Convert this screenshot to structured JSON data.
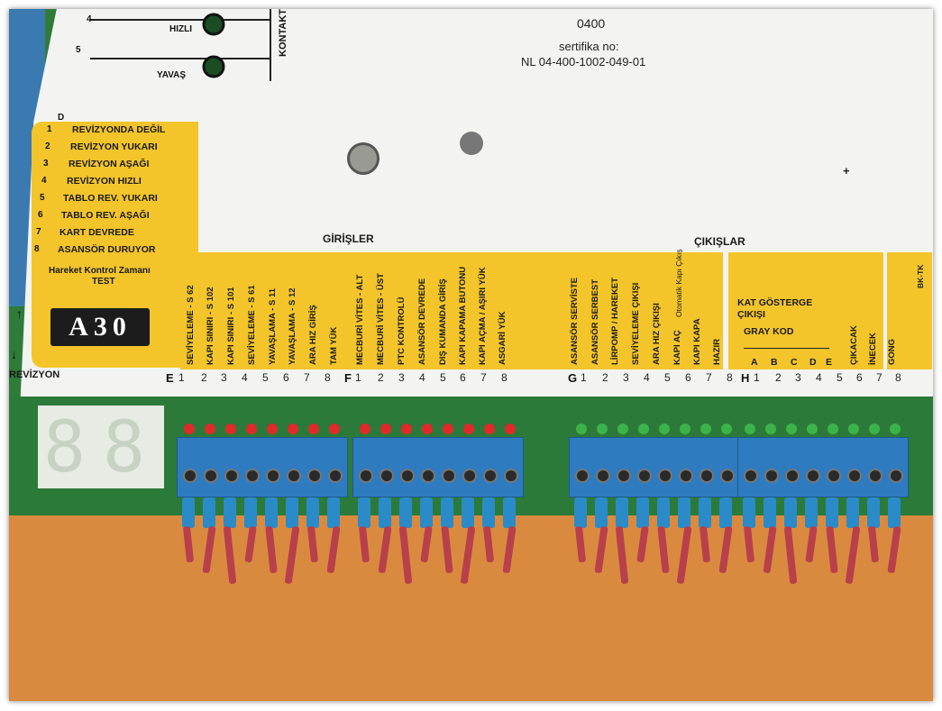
{
  "photo": {
    "colors": {
      "orange_surface": "#d98a3f",
      "pcb_green": "#2c7a3a",
      "label_yellow": "#f3c52b",
      "terminal_blue": "#2e7bc0"
    }
  },
  "certificate": {
    "code": "0400",
    "label": "sertifika no:",
    "number": "NL 04-400-1002-049-01"
  },
  "top_diagram": {
    "row4_num": "4",
    "row4_label": "HIZLI",
    "row5_num": "5",
    "row5_label": "YAVAŞ",
    "contact_label": "KONTAKT"
  },
  "revision_panel": {
    "header": "D",
    "items": [
      {
        "num": "1",
        "label": "REVİZYONDA DEĞİL"
      },
      {
        "num": "2",
        "label": "REVİZYON YUKARI"
      },
      {
        "num": "3",
        "label": "REVİZYON AŞAĞI"
      },
      {
        "num": "4",
        "label": "REVİZYON HIZLI"
      },
      {
        "num": "5",
        "label": "TABLO REV. YUKARI"
      },
      {
        "num": "6",
        "label": "TABLO REV. AŞAĞI"
      },
      {
        "num": "7",
        "label": "KART DEVREDE"
      },
      {
        "num": "8",
        "label": "ASANSÖR DURUYOR"
      }
    ],
    "test_line1": "Hareket Kontrol Zamanı",
    "test_line2": "TEST",
    "model": "A30",
    "revizyon": "REVİZYON"
  },
  "inputs": {
    "title": "GİRİŞLER",
    "E": [
      "SEVİYELEME - S 62",
      "KAPI SINIRI - S 102",
      "KAPI SINIRI - S 101",
      "SEVİYELEME - S 61",
      "YAVAŞLAMA - S 11",
      "YAVAŞLAMA - S 12",
      "ARA HIZ GİRİŞ",
      "TAM YÜK"
    ],
    "F": [
      "MECBURİ VİTES - ALT",
      "MECBURİ VİTES - ÜST",
      "PTC KONTROLÜ",
      "ASANSÖR DEVREDE",
      "DIŞ KUMANDA GİRİŞ",
      "KAPI KAPAMA BUTONU",
      "KAPI AÇMA / AŞIRI YÜK",
      "ASGARİ YÜK"
    ]
  },
  "outputs": {
    "title": "ÇIKIŞLAR",
    "G": [
      "ASANSÖR SERVİSTE",
      "ASANSÖR SERBEST",
      "LİRPOMP / HAREKET",
      "SEVİYELEME ÇIKIŞI",
      "ARA HIZ ÇIKIŞI",
      "KAPI AÇ",
      "KAPI KAPA",
      "HAZIR"
    ],
    "G_extra": "Otomatik Kapı Çıkış",
    "H_title1": "KAT GÖSTERGE",
    "H_title2": "ÇIKIŞI",
    "H_gray": "GRAY KOD",
    "H_bits": [
      "A",
      "B",
      "C",
      "D",
      "E"
    ],
    "H": [
      "ÇIKACAK",
      "İNECEK",
      "GONG"
    ],
    "bk_tk": "BK-TK"
  },
  "terminal_rows": {
    "E": {
      "letter": "E",
      "nums": [
        "1",
        "2",
        "3",
        "4",
        "5",
        "6",
        "7",
        "8"
      ]
    },
    "F": {
      "letter": "F",
      "nums": [
        "1",
        "2",
        "3",
        "4",
        "5",
        "6",
        "7",
        "8"
      ]
    },
    "G": {
      "letter": "G",
      "nums": [
        "1",
        "2",
        "3",
        "4",
        "5",
        "6",
        "7",
        "8"
      ]
    },
    "H": {
      "letter": "H",
      "nums": [
        "1",
        "2",
        "3",
        "4",
        "5",
        "6",
        "7",
        "8"
      ]
    }
  }
}
